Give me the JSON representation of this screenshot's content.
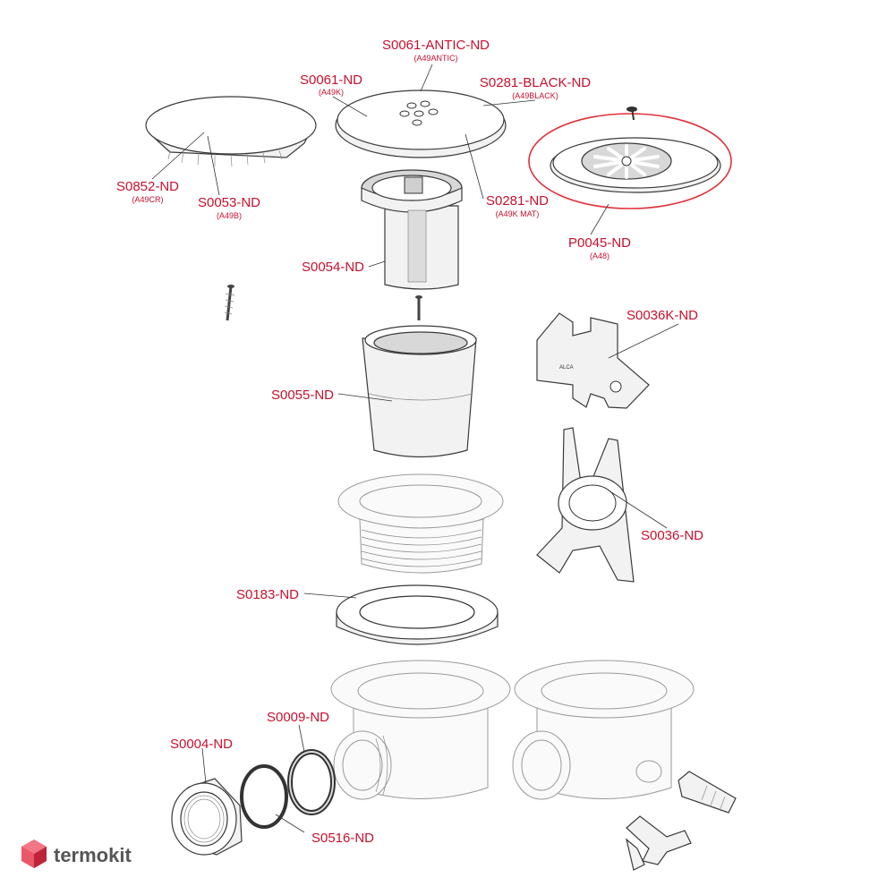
{
  "labels": {
    "s0061_antic": {
      "code": "S0061-ANTIC-ND",
      "sub": "(A49ANTIC)"
    },
    "s0061": {
      "code": "S0061-ND",
      "sub": "(A49K)"
    },
    "s0281_black": {
      "code": "S0281-BLACK-ND",
      "sub": "(A49BLACK)"
    },
    "s0852": {
      "code": "S0852-ND",
      "sub": "(A49CR)"
    },
    "s0053": {
      "code": "S0053-ND",
      "sub": "(A49B)"
    },
    "s0281": {
      "code": "S0281-ND",
      "sub": "(A49K MAT)"
    },
    "p0045": {
      "code": "P0045-ND",
      "sub": "(A48)"
    },
    "s0054": {
      "code": "S0054-ND"
    },
    "s0036k": {
      "code": "S0036K-ND"
    },
    "s0055": {
      "code": "S0055-ND"
    },
    "s0036": {
      "code": "S0036-ND"
    },
    "s0183": {
      "code": "S0183-ND"
    },
    "s0009": {
      "code": "S0009-ND"
    },
    "s0004": {
      "code": "S0004-ND"
    },
    "s0516": {
      "code": "S0516-ND"
    }
  },
  "watermark": {
    "text": "termokit"
  },
  "colors": {
    "label": "#c8102e",
    "highlight_ring": "#e0303a",
    "logo": "#e8384f"
  }
}
